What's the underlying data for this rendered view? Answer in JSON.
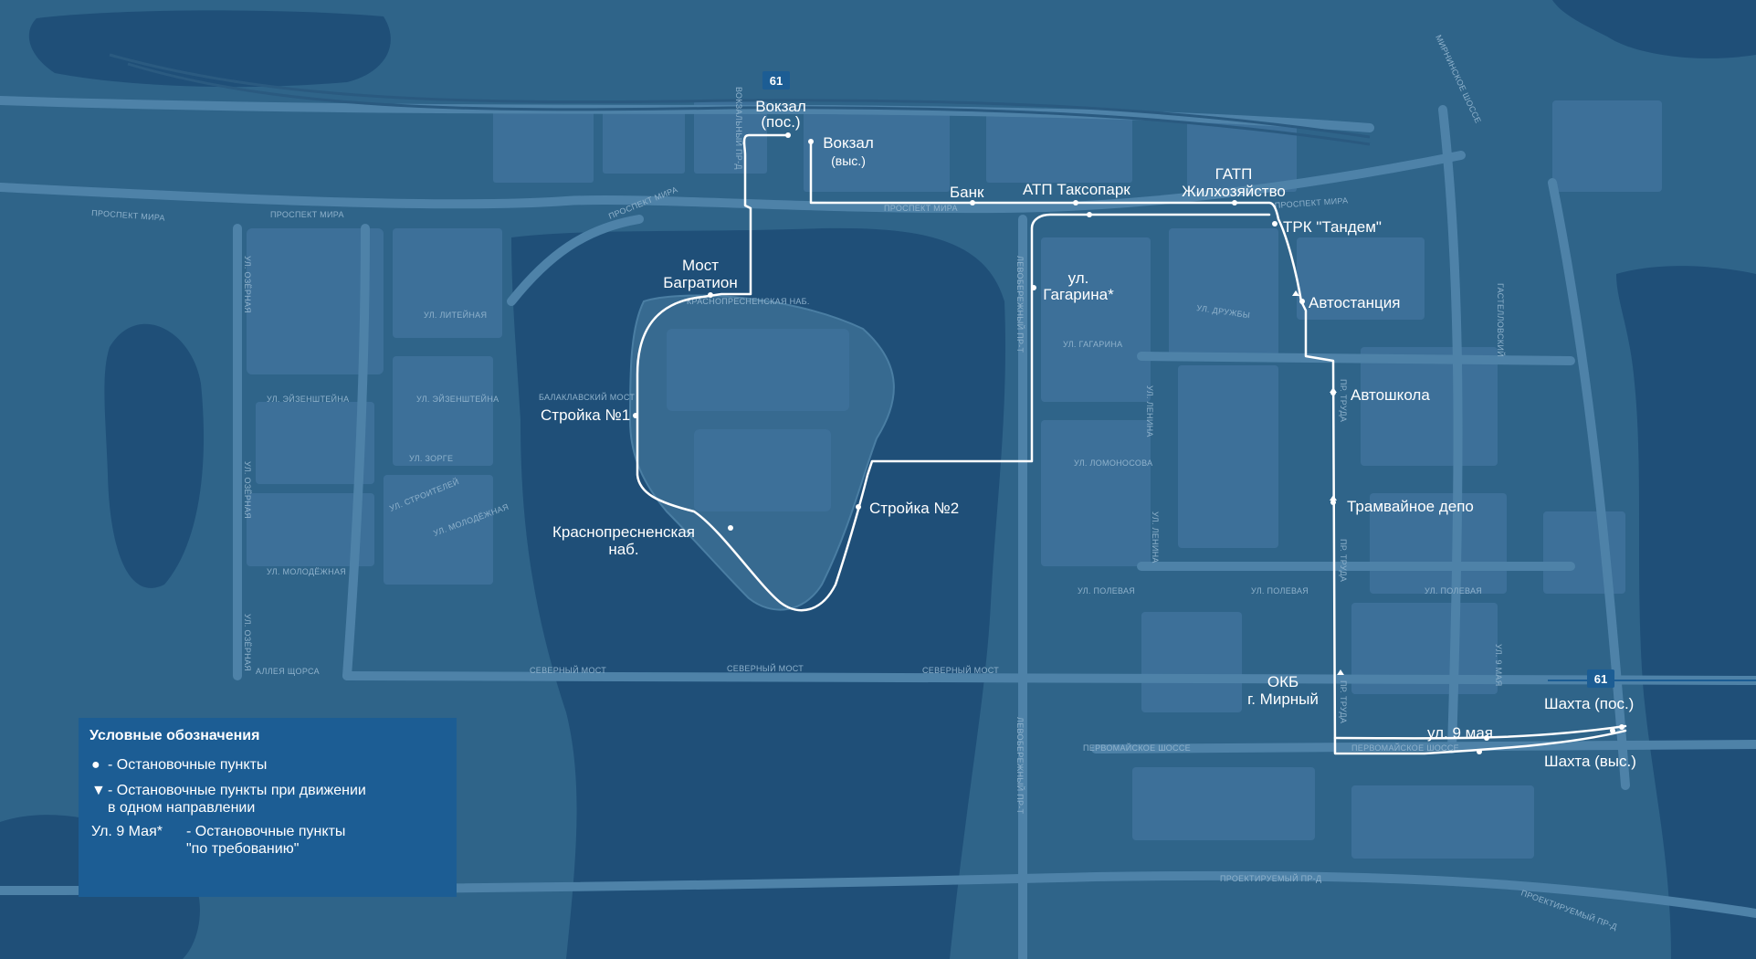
{
  "route": {
    "number": "61",
    "color": "#ffffff"
  },
  "stops": {
    "vokzal_pos": [
      "Вокзал",
      "(пос.)"
    ],
    "vokzal_vys": [
      "Вокзал",
      "(выс.)"
    ],
    "bank": "Банк",
    "atp": "АТП Таксопарк",
    "gatp": [
      "ГАТП",
      "Жилхозяйство"
    ],
    "trk": "ТРК \"Тандем\"",
    "most": [
      "Мост",
      "Багратион"
    ],
    "gagarina": [
      "ул.",
      "Гагарина*"
    ],
    "avtostanciya": "Автостанция",
    "stroika1": "Стройка №1",
    "avtoshkola": "Автошкола",
    "stroika2": "Стройка №2",
    "tramdepo": "Трамвайное депо",
    "krasnopresn": [
      "Краснопресненская",
      "наб."
    ],
    "okb": [
      "ОКБ",
      "г. Мирный"
    ],
    "shakhta_pos": "Шахта (пос.)",
    "may9": "ул. 9 мая",
    "shakhta_vys": "Шахта (выс.)"
  },
  "streets": {
    "prospekt_mira_1": "ПРОСПЕКТ МИРА",
    "prospekt_mira_2": "ПРОСПЕКТ МИРА",
    "prospekt_mira_3": "ПРОСПЕКТ МИРА",
    "prospekt_mira_4": "ПРОСПЕКТ МИРА",
    "prospekt_mira_5": "ПРОСПЕКТ МИРА",
    "liteynaya": "УЛ. ЛИТЕЙНАЯ",
    "eyzenshteina_1": "УЛ. ЭЙЗЕНШТЕЙНА",
    "eyzenshteina_2": "УЛ. ЭЙЗЕНШТЕЙНА",
    "zorge": "УЛ. ЗОРГЕ",
    "molodezhnaya_1": "УЛ. МОЛОДЁЖНАЯ",
    "molodezhnaya_2": "УЛ. МОЛОДЁЖНАЯ",
    "stroiteley": "УЛ. СТРОИТЕЛЕЙ",
    "alleya_shchorsa": "АЛЛЕЯ ЩОРСА",
    "ozernaya_1": "УЛ. ОЗЁРНАЯ",
    "ozernaya_2": "УЛ. ОЗЁРНАЯ",
    "ozernaya_3": "УЛ. ОЗЁРНАЯ",
    "balaklavsky": "БАЛАКЛАВСКИЙ МОСТ",
    "severny_1": "СЕВЕРНЫЙ МОСТ",
    "severny_2": "СЕВЕРНЫЙ МОСТ",
    "severny_3": "СЕВЕРНЫЙ МОСТ",
    "krasnopresn_nab": "КРАСНОПРЕСНЕНСКАЯ НАБ.",
    "levoberezhny_1": "ЛЕВОБЕРЕЖНЫЙ ПР-Т",
    "levoberezhny_2": "ЛЕВОБЕРЕЖНЫЙ ПР-Т",
    "gagarina": "УЛ. ГАГАРИНА",
    "lomonosova": "УЛ. ЛОМОНОСОВА",
    "druzhby": "УЛ. ДРУЖБЫ",
    "poleva_1": "УЛ. ПОЛЕВАЯ",
    "poleva_2": "УЛ. ПОЛЕВАЯ",
    "poleva_3": "УЛ. ПОЛЕВАЯ",
    "lenina_1": "УЛ. ЛЕНИНА",
    "lenina_2": "УЛ. ЛЕНИНА",
    "truda_1": "ПР. ТРУДА",
    "truda_2": "ПР. ТРУДА",
    "truda_3": "ПР. ТРУДА",
    "pervomayskoe_1": "ПЕРВОМАЙСКОЕ ШОССЕ",
    "pervomayskoe_2": "ПЕРВОМАЙСКОЕ ШОССЕ",
    "proektiruemy_1": "ПРОЕКТИРУЕМЫЙ ПР-Д",
    "proektiruemy_2": "ПРОЕКТИРУЕМЫЙ ПР-Д",
    "may9_street": "УЛ. 9 МАЯ",
    "mirninskoe": "МИРНИНСКОЕ ШОССЕ",
    "gastellovsky": "ГАСТЕЛЛОВСКИЙ",
    "vokzalny": "ВОКЗАЛЬНЫЙ ПР-Д"
  },
  "legend": {
    "title": "Условные обозначения",
    "row1_symbol": "●",
    "row1_text": "- Остановочные пункты",
    "row2_symbol": "▼",
    "row2_text_line1": "- Остановочные пункты при движении",
    "row2_text_line2": "в одном направлении",
    "row3_example": "Ул. 9 Мая*",
    "row3_text_line1": "- Остановочные пункты",
    "row3_text_line2": "\"по требованию\""
  },
  "colors": {
    "background": "#2c5f85",
    "water": "#20507a",
    "land_block": "#3c6f95",
    "road": "#4a7ea3",
    "legend_bg": "#1c5d94",
    "route": "#ffffff"
  }
}
